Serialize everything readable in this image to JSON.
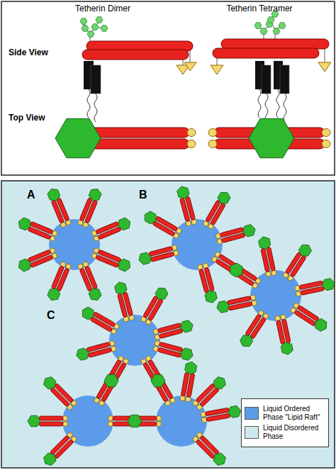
{
  "diagram": {
    "labels": [
      "Tetherin Dimer",
      "Tetherin Tetramer",
      "Side View",
      "Top View",
      "A",
      "B",
      "C"
    ],
    "legend": [
      {
        "text": "Liquid Ordered Phase \"Lipid Raft\"",
        "color": "#5b9be9"
      },
      {
        "text": "Liquid Disordered Phase",
        "color": "#cfe8ee"
      }
    ]
  }
}
